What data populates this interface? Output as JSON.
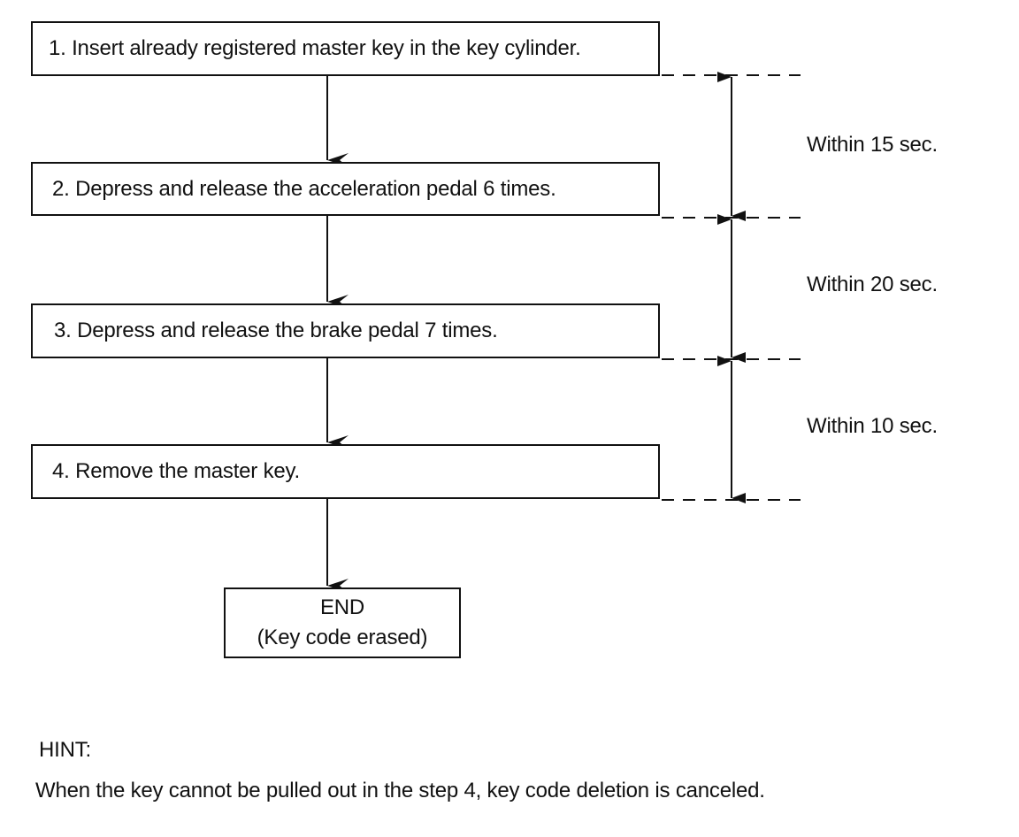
{
  "steps": [
    "1. Insert already registered master key in the key cylinder.",
    "2. Depress and release the acceleration pedal 6 times.",
    "3. Depress and release the brake pedal 7 times.",
    "4. Remove the master key."
  ],
  "end": {
    "title": "END",
    "subtitle": "(Key code erased)"
  },
  "timings": [
    "Within 15 sec.",
    "Within 20 sec.",
    "Within 10 sec."
  ],
  "hint": {
    "title": "HINT:",
    "text": "When the key cannot be pulled out in the step 4, key code deletion is canceled."
  }
}
